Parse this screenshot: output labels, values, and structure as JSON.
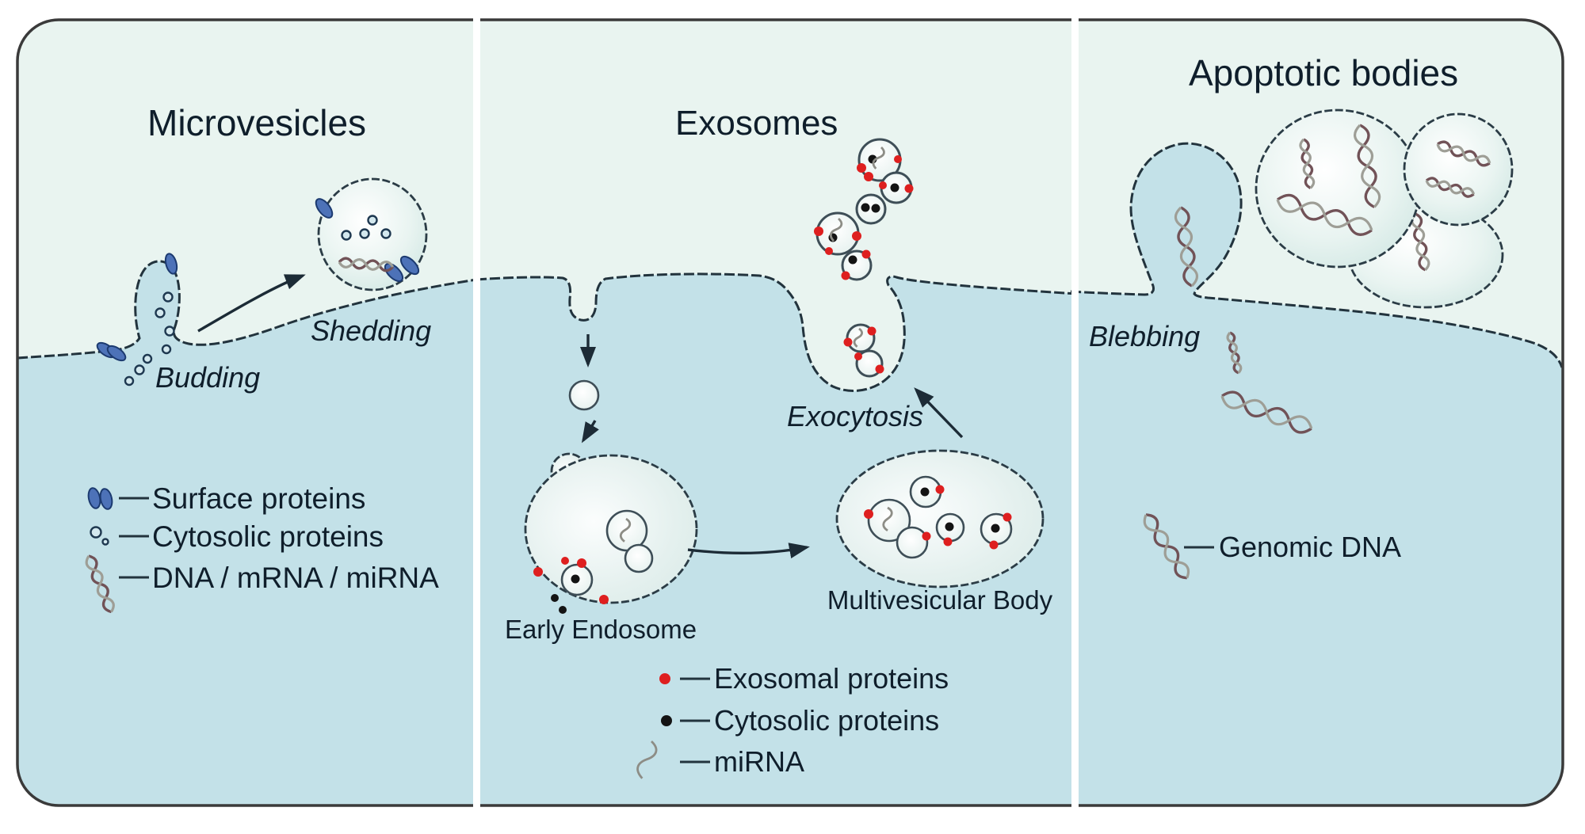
{
  "colors": {
    "background": "#ffffff",
    "extracellular_space": "#e9f4f0",
    "cytoplasm": "#c3e1e8",
    "membrane_outline": "#22333d",
    "label_text": "#0f1e2b",
    "exosomal_protein_red": "#de1f1f",
    "cytosolic_protein_black": "#141414",
    "surface_protein_blue": "#4d72b8"
  },
  "panels": {
    "microvesicles": {
      "title": "Microvesicles",
      "shedding_label": "Shedding",
      "budding_label": "Budding",
      "legend": [
        {
          "icon": "surface-proteins-icon",
          "label": "Surface proteins"
        },
        {
          "icon": "cytosolic-proteins-icon",
          "label": "Cytosolic proteins"
        },
        {
          "icon": "dna-helix-icon",
          "label": "DNA / mRNA / miRNA"
        }
      ]
    },
    "exosomes": {
      "title": "Exosomes",
      "exocytosis_label": "Exocytosis",
      "early_endosome_label": "Early Endosome",
      "multivesicular_body_label": "Multivesicular Body",
      "legend": [
        {
          "icon": "exosomal-proteins-icon",
          "label": "Exosomal proteins"
        },
        {
          "icon": "cytosolic-proteins-icon",
          "label": "Cytosolic proteins"
        },
        {
          "icon": "mirna-icon",
          "label": "miRNA"
        }
      ]
    },
    "apoptotic_bodies": {
      "title": "Apoptotic bodies",
      "blebbing_label": "Blebbing",
      "legend": [
        {
          "icon": "dna-helix-icon",
          "label": "Genomic DNA"
        }
      ]
    }
  }
}
